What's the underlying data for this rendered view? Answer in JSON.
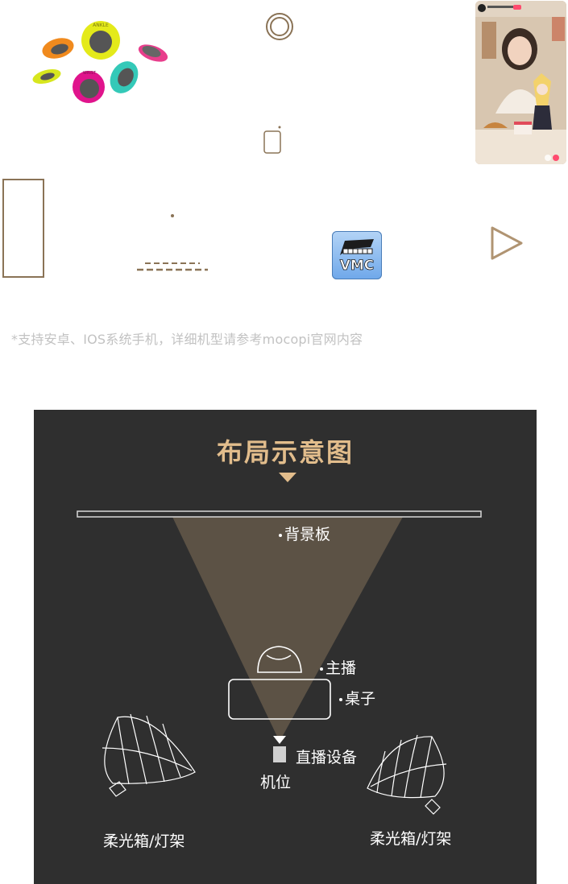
{
  "support_note": "*支持安卓、IOS系统手机，详细机型请参考mocopi官网内容",
  "sensors": {
    "labels": [
      "ANKLE",
      "WRIST"
    ],
    "colors": [
      "#f08a1e",
      "#e4ea1a",
      "#d7e61e",
      "#e0148c",
      "#34c9b8",
      "#e83e8c"
    ]
  },
  "vmc_logo": {
    "text": "VMC"
  },
  "icons": {
    "ring": "ring-icon",
    "phone": "phone-outline-icon",
    "play": "play-triangle-icon"
  },
  "layout_diagram": {
    "title": "布局示意图",
    "labels": {
      "backdrop": "背景板",
      "host": "主播",
      "desk": "桌子",
      "device": "直播设备",
      "camera": "机位",
      "softbox_left": "柔光箱/灯架",
      "softbox_right": "柔光箱/灯架"
    },
    "colors": {
      "panel_bg": "#2f2f2f",
      "title": "#e2bd8c",
      "light_beam": "#5c5245",
      "line": "#ffffff"
    }
  }
}
